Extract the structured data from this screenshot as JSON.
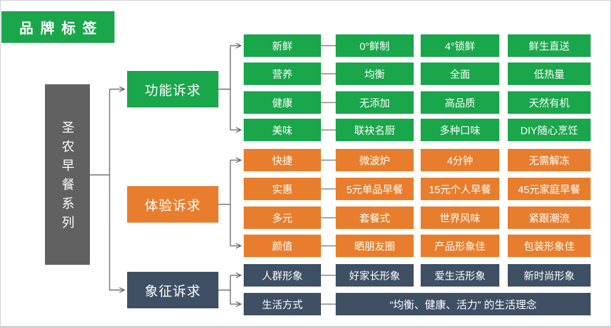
{
  "title": {
    "text": "品牌标签"
  },
  "root": {
    "label": "圣农早餐系列"
  },
  "colors": {
    "green": "#1AA64B",
    "orange": "#E87E2D",
    "dark": "#3F5065",
    "gray": "#616161",
    "line": "#595959",
    "row_line": "#898989"
  },
  "groups": [
    {
      "id": "functional",
      "label": "功能诉求",
      "color": "green",
      "rows": [
        {
          "label": "新鲜",
          "cells": [
            "0°鲜制",
            "4°锁鲜",
            "鲜生直送"
          ]
        },
        {
          "label": "营养",
          "cells": [
            "均衡",
            "全面",
            "低热量"
          ]
        },
        {
          "label": "健康",
          "cells": [
            "无添加",
            "高品质",
            "天然有机"
          ]
        },
        {
          "label": "美味",
          "cells": [
            "联袂名厨",
            "多种口味",
            "DIY随心烹饪"
          ]
        }
      ]
    },
    {
      "id": "experience",
      "label": "体验诉求",
      "color": "orange",
      "rows": [
        {
          "label": "快捷",
          "cells": [
            "微波炉",
            "4分钟",
            "无需解冻"
          ]
        },
        {
          "label": "实惠",
          "cells": [
            "5元单品早餐",
            "15元个人早餐",
            "45元家庭早餐"
          ]
        },
        {
          "label": "多元",
          "cells": [
            "套餐式",
            "世界风味",
            "紧跟潮流"
          ]
        },
        {
          "label": "颜值",
          "cells": [
            "晒朋友圈",
            "产品形象佳",
            "包装形象佳"
          ]
        }
      ]
    },
    {
      "id": "symbolic",
      "label": "象征诉求",
      "color": "dark",
      "rows": [
        {
          "label": "人群形象",
          "cells": [
            "好家长形象",
            "爱生活形象",
            "新时尚形象"
          ]
        },
        {
          "label": "生活方式",
          "cells": [
            "“均衡、健康、活力” 的生活理念"
          ],
          "wide": true
        }
      ]
    }
  ]
}
